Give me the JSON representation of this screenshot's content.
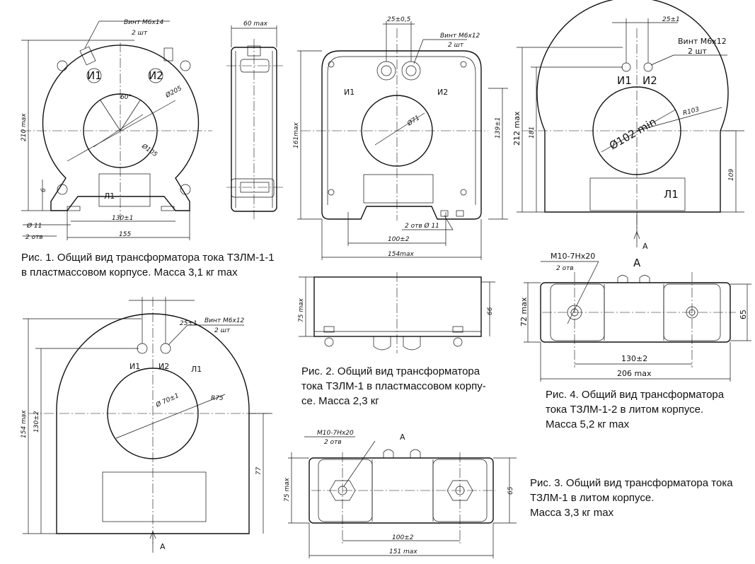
{
  "captions": {
    "fig1": [
      "Рис. 1. Общий вид трансформатора  тока ТЗЛМ-1-1",
      "в пластмассовом корпусе. Масса 3,1 кг max"
    ],
    "fig2": [
      "Рис. 2. Общий вид трансформатора",
      "тока ТЗЛМ-1 в пластмассовом корпу-",
      "се. Масса 2,3 кг"
    ],
    "fig3": [
      "Рис. 3. Общий вид трансформатора тока",
      "ТЗЛМ-1 в литом корпусе.",
      "Масса  3,3 кг max"
    ],
    "fig4": [
      "Рис. 4. Общий вид трансформатора",
      "тока ТЗЛМ-1-2 в литом корпусе.",
      "Масса  5,2 кг max"
    ]
  },
  "fig1": {
    "screw": "Винт М6х14",
    "qty": "2 шт",
    "i1": "И1",
    "i2": "И2",
    "l1": "Л1",
    "angle": "60°",
    "d205": "Ø205",
    "d105": "Ø105",
    "h210": "210 max",
    "h6": "6",
    "w60": "60 max",
    "d11": "Ø 11",
    "holes": "2 отв",
    "w130": "130±1",
    "w155": "155"
  },
  "fig2": {
    "w25": "25±0,5",
    "screw": "Винт М6х12",
    "qty": "2 шт",
    "i1": "И1",
    "i2": "И2",
    "d71": "Ø71",
    "h161": "161max",
    "h139": "139±1",
    "holes": "2 отв Ø 11",
    "w100": "100±2",
    "w154": "154max",
    "h75": "75 max",
    "h66": "66"
  },
  "fig3": {
    "w25": "25±1",
    "screw": "Винт М6х12",
    "qty": "2 шт",
    "i1": "И1",
    "i2": "И2",
    "l1": "Л1",
    "d70": "Ø 70±1",
    "r75": "R75",
    "h154": "154 max",
    "h130": "130±2",
    "h77": "77",
    "a": "А",
    "thread": "М10-7Нх20",
    "holes": "2 отв",
    "aTop": "А",
    "h75": "75 max",
    "h65": "65",
    "w100": "100±2",
    "w151": "151 max"
  },
  "fig4": {
    "w25": "25±1",
    "screw": "Винт М6х12",
    "qty": "2 шт",
    "i1": "И1",
    "i2": "И2",
    "d102": "Ø102 min",
    "r103": "R103",
    "h212": "212 max",
    "h181": "181",
    "h109": "109",
    "l1": "Л1",
    "a": "А",
    "thread": "М10-7Нх20",
    "holes": "2 отв",
    "aTop": "А",
    "h72": "72 max",
    "h65": "65",
    "w130": "130±2",
    "w206": "206 max"
  }
}
